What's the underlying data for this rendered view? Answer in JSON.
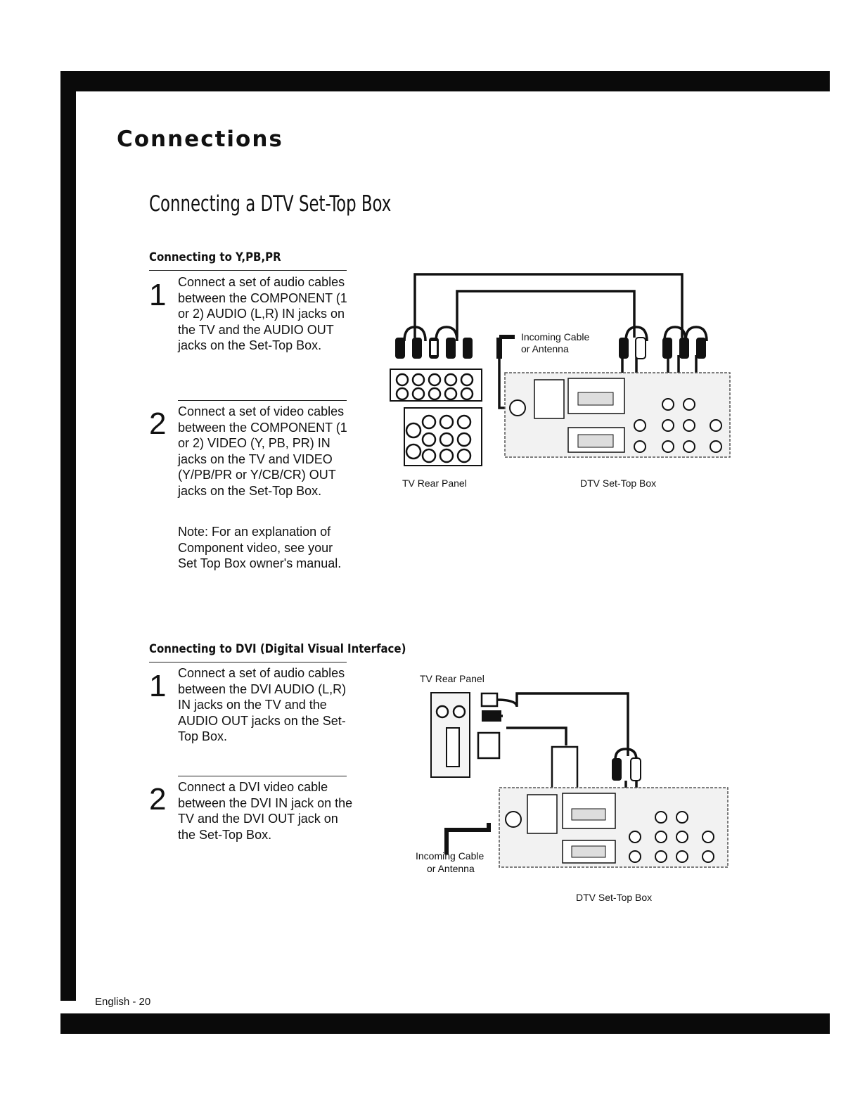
{
  "header": {
    "section_title": "Connections"
  },
  "page_heading": "Connecting a DTV Set-Top Box",
  "ypbpr": {
    "heading": "Connecting to Y,PB,PR",
    "steps": [
      {
        "num": "1",
        "text": "Connect a set of audio cables between the COMPONENT (1 or 2) AUDIO (L,R) IN jacks on the TV and the AUDIO OUT jacks on the Set-Top Box."
      },
      {
        "num": "2",
        "text": "Connect a set of video cables between the COMPONENT (1 or 2) VIDEO (Y, PB, PR) IN jacks on the TV and VIDEO (Y/PB/PR or Y/CB/CR) OUT jacks on the Set-Top Box."
      }
    ],
    "note": "Note: For an explanation of Component video, see your Set Top Box owner's manual.",
    "diagram": {
      "tv_label": "TV Rear Panel",
      "stb_label": "DTV Set-Top Box",
      "antenna_line1": "Incoming Cable",
      "antenna_line2": "or Antenna"
    }
  },
  "dvi": {
    "heading": "Connecting to DVI (Digital Visual Interface)",
    "steps": [
      {
        "num": "1",
        "text": "Connect a set of audio cables between the DVI AUDIO (L,R) IN jacks on the TV and the AUDIO OUT jacks on the Set-Top Box."
      },
      {
        "num": "2",
        "text": "Connect a DVI video cable between the DVI IN jack on the TV and the DVI OUT jack on the Set-Top Box."
      }
    ],
    "diagram": {
      "tv_label": "TV Rear Panel",
      "stb_label": "DTV Set-Top Box",
      "antenna_line1": "Incoming Cable",
      "antenna_line2": "or Antenna"
    }
  },
  "footer": {
    "page_label": "English - 20"
  }
}
